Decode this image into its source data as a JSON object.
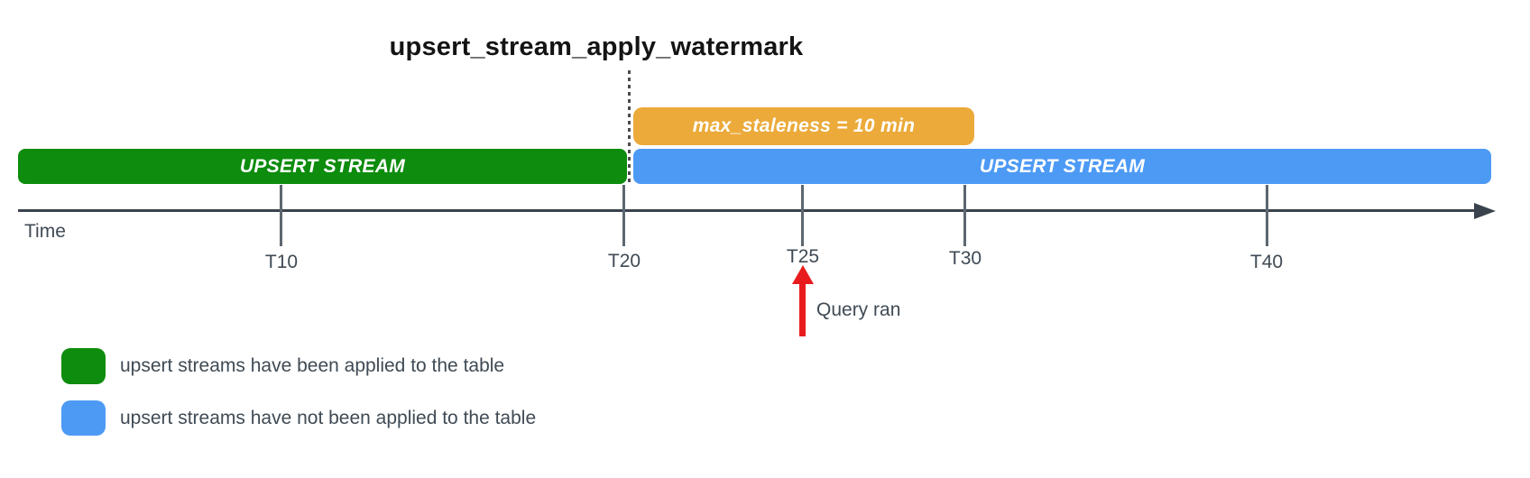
{
  "title": "upsert_stream_apply_watermark",
  "colors": {
    "applied_green": "#0d8c0d",
    "not_applied_blue": "#4d9af5",
    "staleness_orange": "#ebaa3a",
    "query_arrow_red": "#e81c1c",
    "axis_dark": "#3a434d",
    "tick_gray": "#5d6770",
    "text_gray": "#3f4a54"
  },
  "bars": {
    "staleness_label": "max_staleness = 10 min",
    "applied_label": "UPSERT STREAM",
    "not_applied_label": "UPSERT STREAM"
  },
  "timeline": {
    "axis_label": "Time",
    "ticks": [
      {
        "label": "T10"
      },
      {
        "label": "T20"
      },
      {
        "label": "T25"
      },
      {
        "label": "T30"
      },
      {
        "label": "T40"
      }
    ]
  },
  "annotation": {
    "query_ran_label": "Query ran"
  },
  "legend": {
    "items": [
      {
        "color": "#0d8c0d",
        "label": "upsert streams have been applied to the table"
      },
      {
        "color": "#4d9af5",
        "label": "upsert streams have not been applied to the table"
      }
    ]
  }
}
